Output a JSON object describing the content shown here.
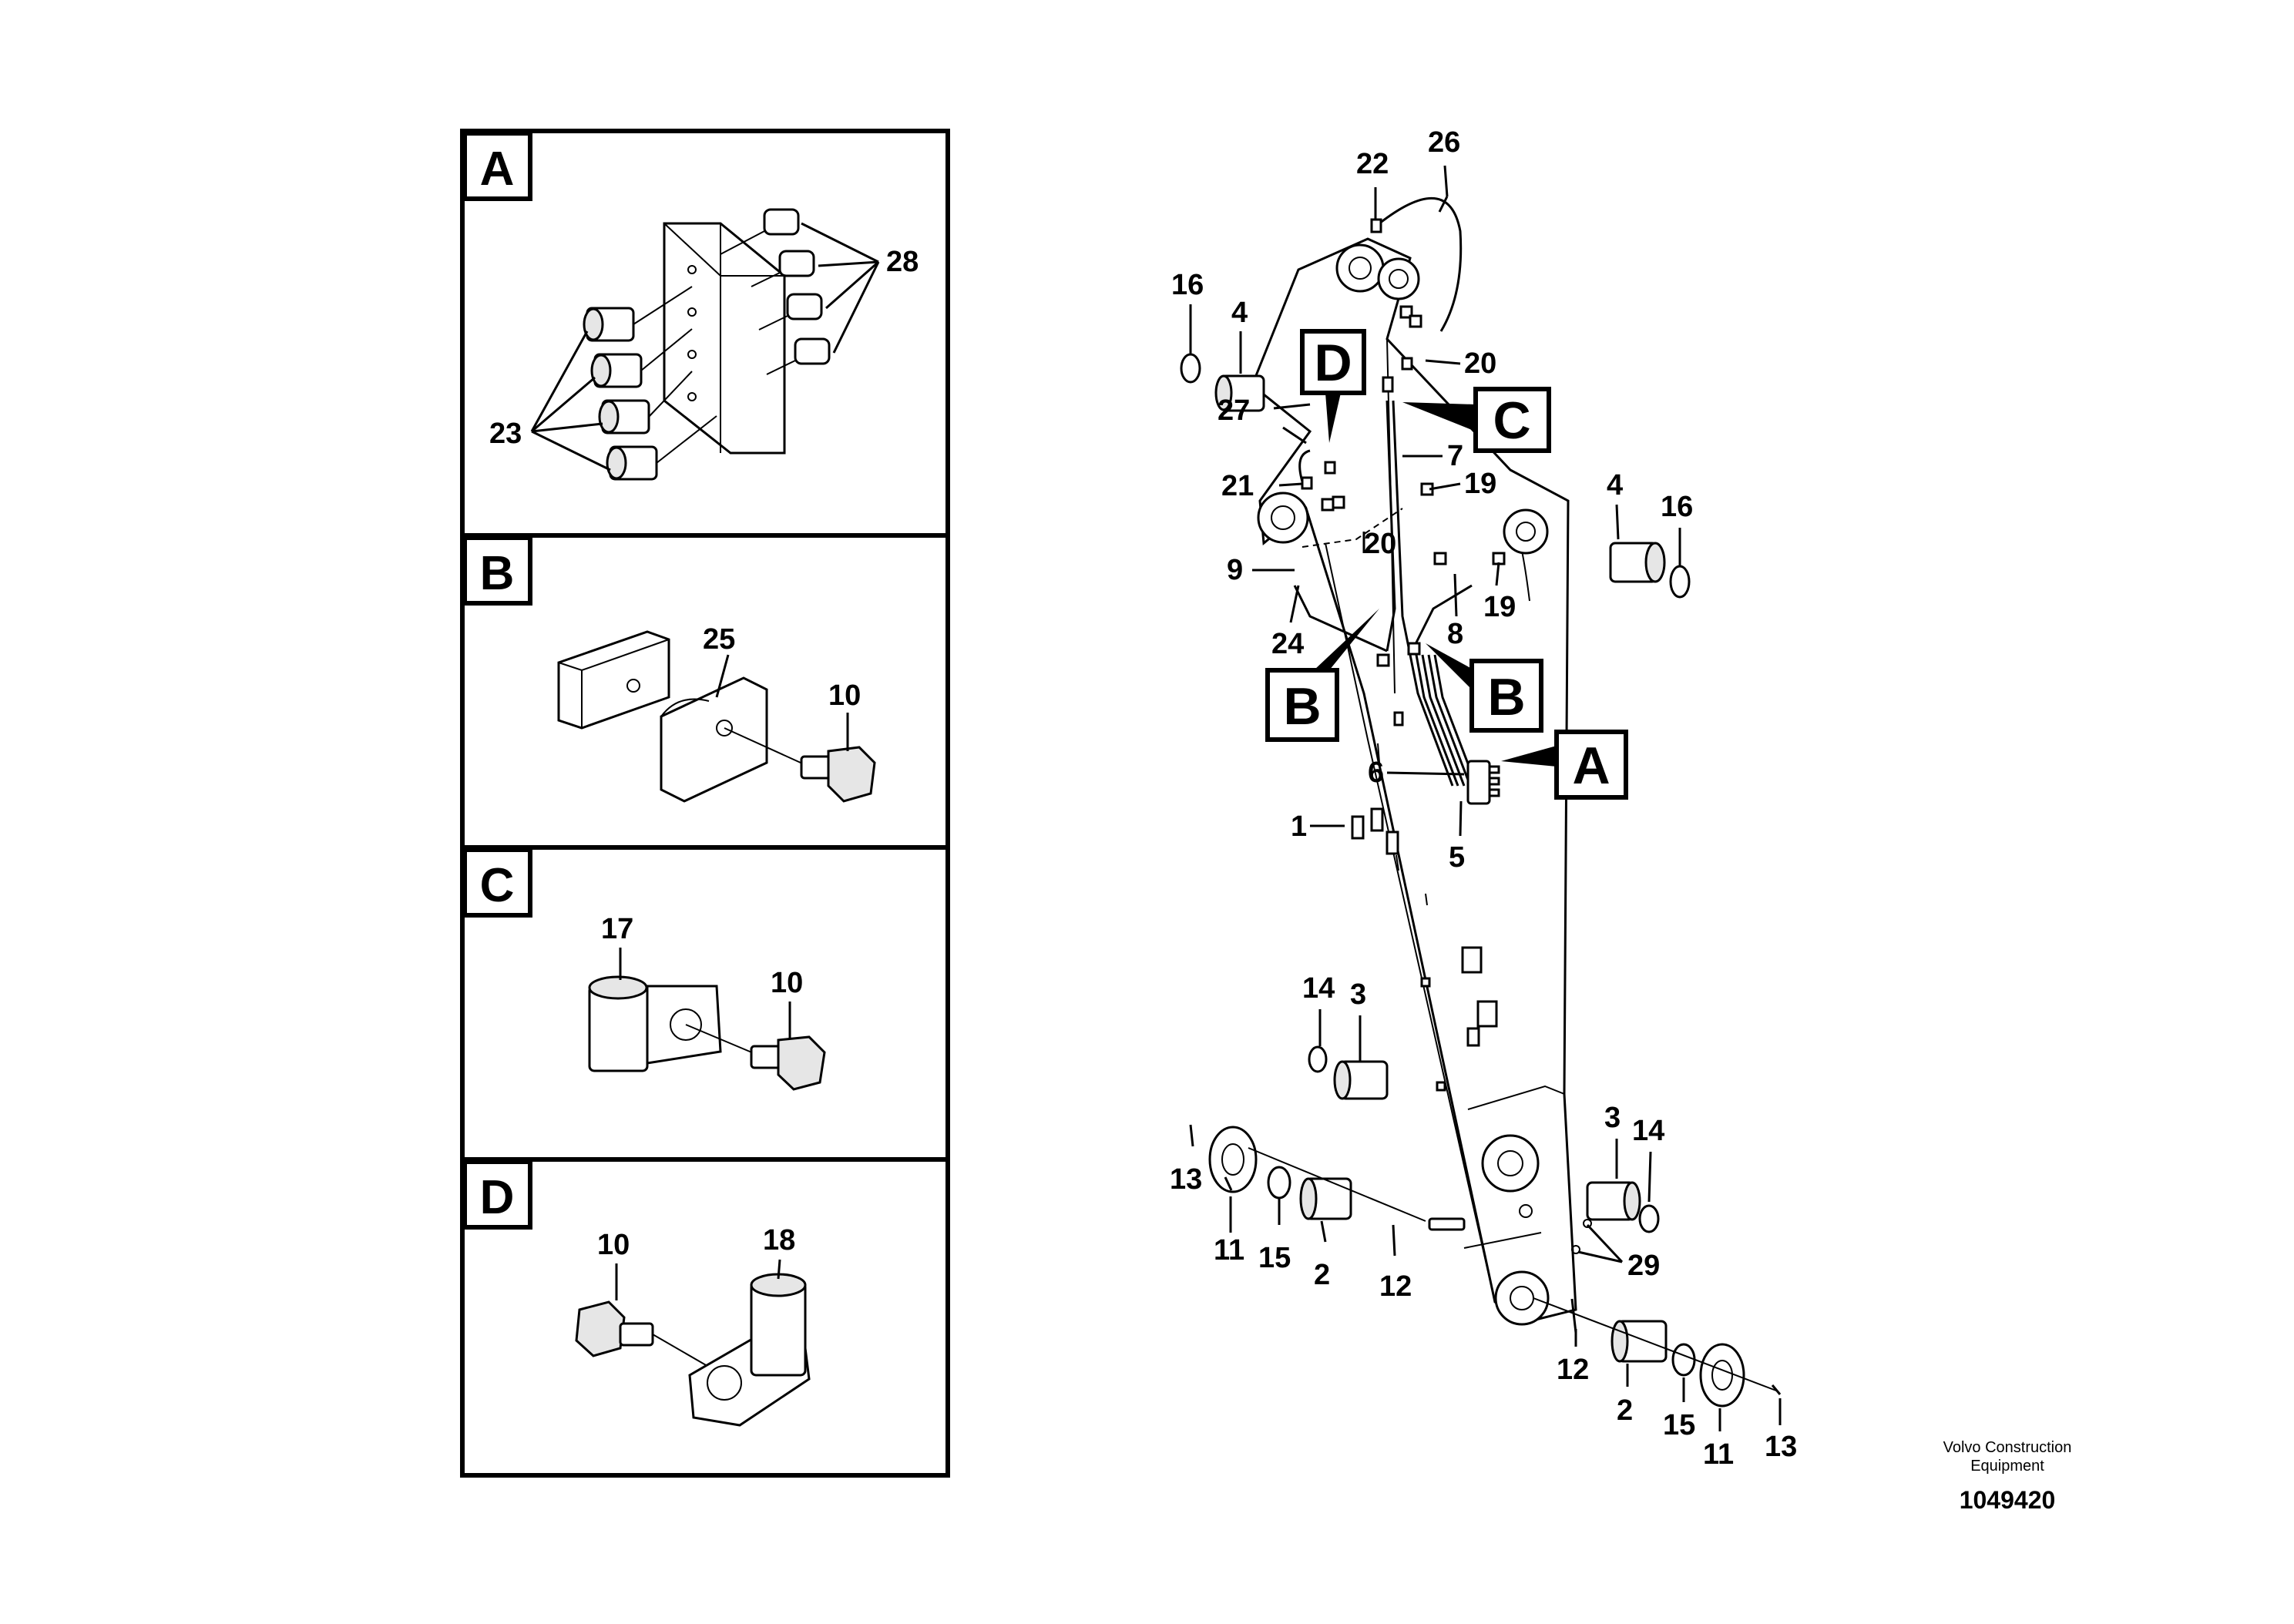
{
  "detail_panels": [
    {
      "letter": "A",
      "part_labels": [
        "28",
        "23"
      ]
    },
    {
      "letter": "B",
      "part_labels": [
        "25",
        "10"
      ]
    },
    {
      "letter": "C",
      "part_labels": [
        "17",
        "10"
      ]
    },
    {
      "letter": "D",
      "part_labels": [
        "10",
        "18"
      ]
    }
  ],
  "main_view": {
    "callouts": [
      "D",
      "C",
      "B",
      "B",
      "A"
    ],
    "part_labels": [
      "22",
      "26",
      "16",
      "4",
      "20",
      "27",
      "7",
      "21",
      "19",
      "4",
      "16",
      "9",
      "20",
      "19",
      "8",
      "24",
      "6",
      "1",
      "5",
      "14",
      "3",
      "3",
      "14",
      "13",
      "11",
      "15",
      "2",
      "12",
      "29",
      "12",
      "2",
      "15",
      "11",
      "13"
    ]
  },
  "footer": {
    "brand_line1": "Volvo Construction",
    "brand_line2": "Equipment",
    "doc_number": "1049420"
  }
}
